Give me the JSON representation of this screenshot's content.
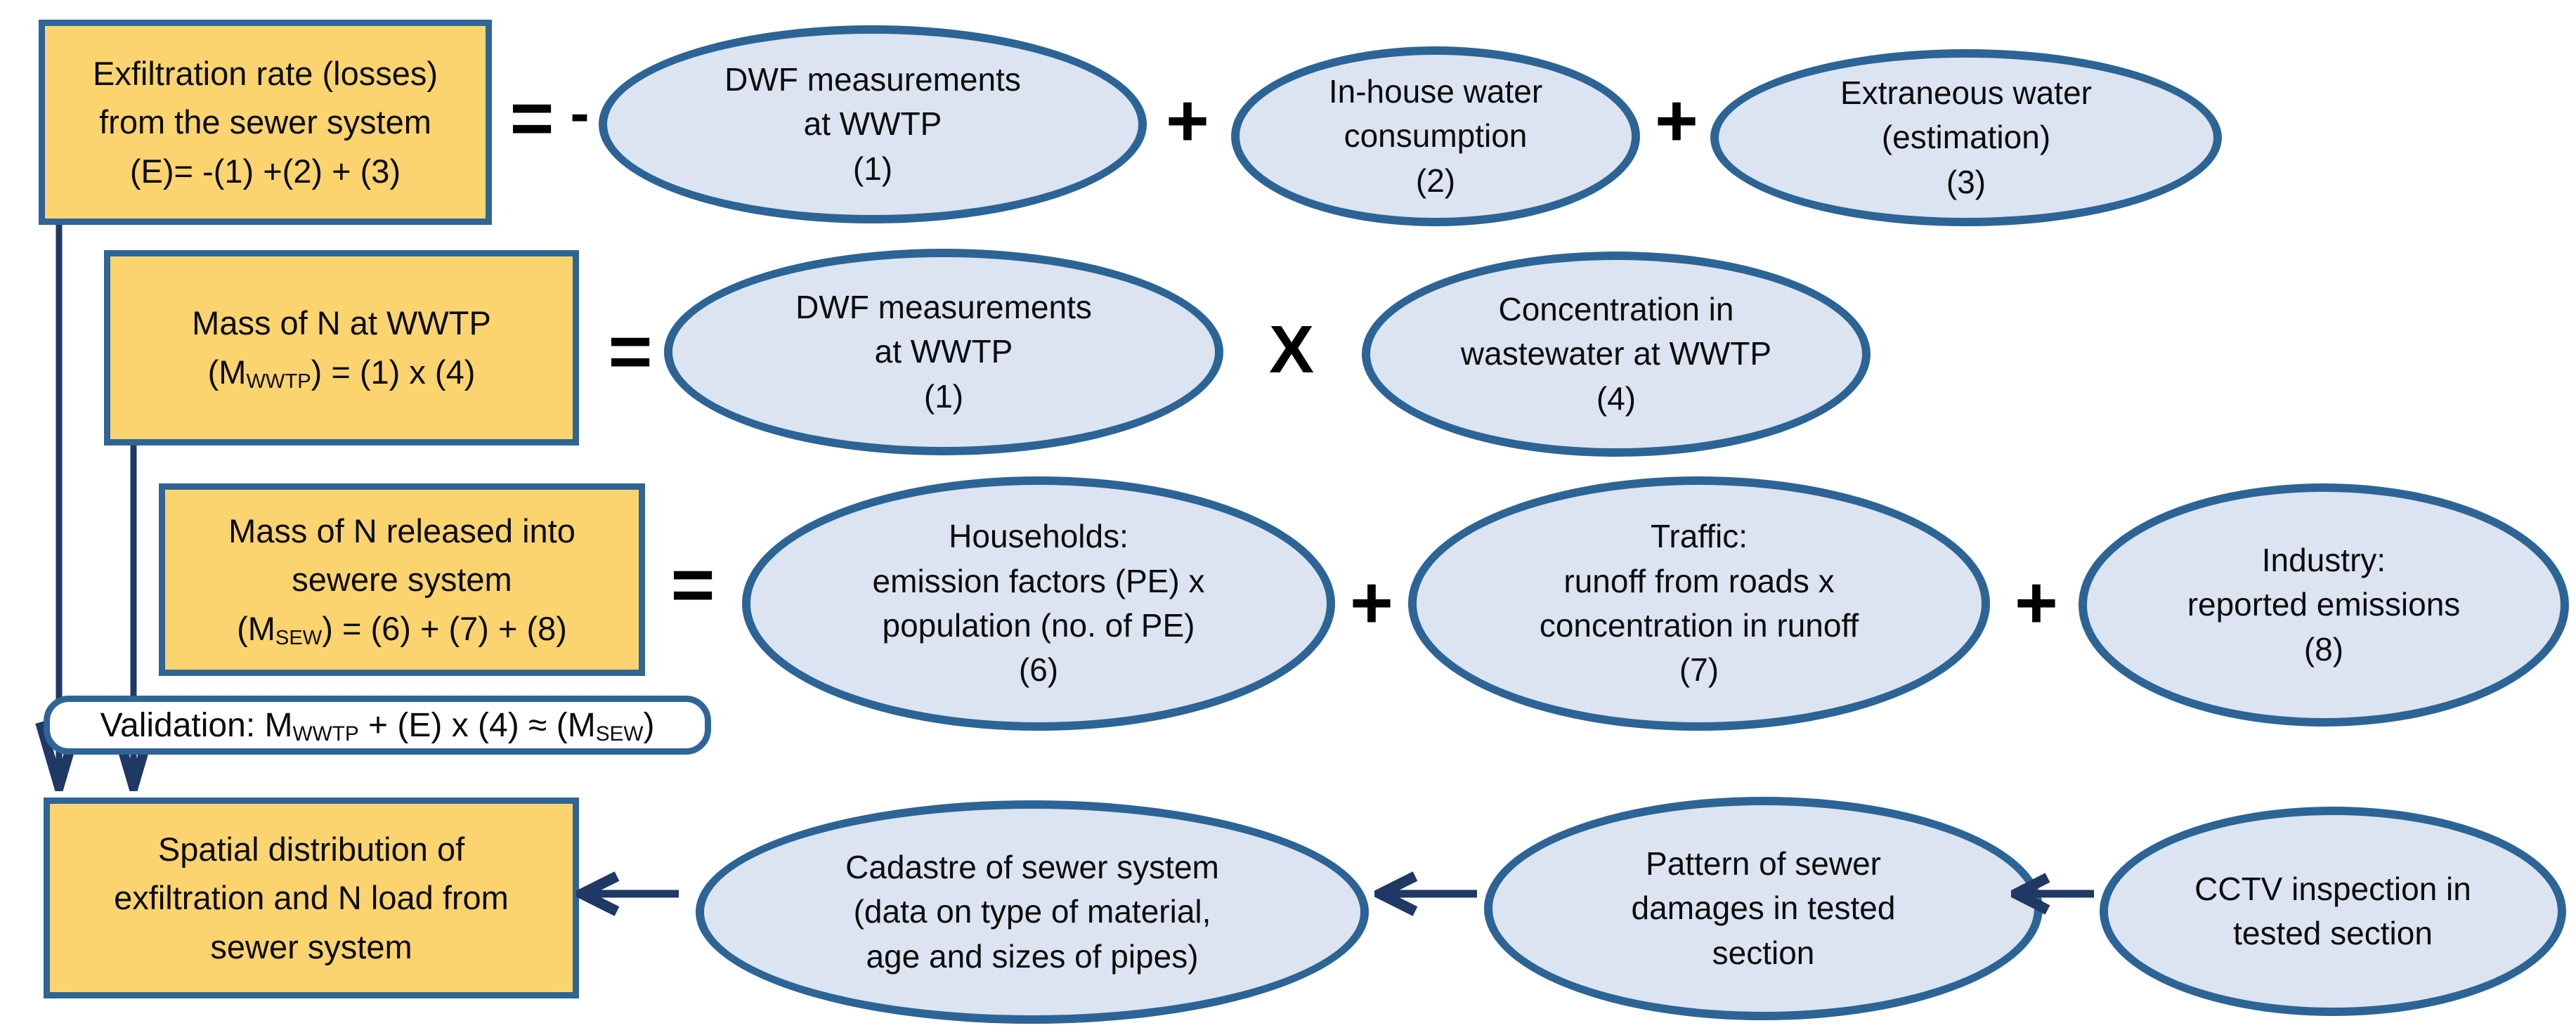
{
  "colors": {
    "background": "#ffffff",
    "box_fill": "#fbd46f",
    "box_border": "#2f6496",
    "ellipse_fill": "#dbe4f0",
    "ellipse_border": "#2c6496",
    "validation_fill": "#ffffff",
    "arrow": "#1f3864",
    "text": "#0c0c0c",
    "operator": "#000000"
  },
  "row1": {
    "box_lines": [
      "Exfiltration rate (losses)",
      "from the sewer system",
      "(E)= -(1) +(2) + (3)"
    ],
    "equals": "=",
    "minus": "-",
    "ellipse1_lines": [
      "DWF measurements",
      "at WWTP",
      "(1)"
    ],
    "plus_a": "+",
    "ellipse2_lines": [
      "In-house water",
      "consumption",
      "(2)"
    ],
    "plus_b": "+",
    "ellipse3_lines": [
      "Extraneous water",
      "(estimation)",
      "(3)"
    ]
  },
  "row2": {
    "box_line1": "Mass of N at WWTP",
    "box_formula_pre": "(M",
    "box_formula_sub": "WWTP",
    "box_formula_post": ") = (1) x (4)",
    "equals": "=",
    "ellipse1_lines": [
      "DWF measurements",
      "at WWTP",
      "(1)"
    ],
    "times": "X",
    "ellipse2_lines": [
      "Concentration in",
      "wastewater at WWTP",
      "(4)"
    ]
  },
  "row3": {
    "box_line1": "Mass of N released into",
    "box_line2": "sewere system",
    "box_formula_pre": "(M",
    "box_formula_sub": "SEW",
    "box_formula_post": ") = (6) + (7) + (8)",
    "equals": "=",
    "ellipse1_lines": [
      "Households:",
      "emission factors (PE) x",
      "population (no. of PE)",
      "(6)"
    ],
    "plus_a": "+",
    "ellipse2_lines": [
      "Traffic:",
      "runoff from roads x",
      "concentration in runoff",
      "(7)"
    ],
    "plus_b": "+",
    "ellipse3_lines": [
      "Industry:",
      "reported emissions",
      "(8)"
    ]
  },
  "validation": {
    "pre": "Validation: M",
    "sub1": "WWTP",
    "mid": " + (E) x (4) ≈ (M",
    "sub2": "SEW",
    "post": ")"
  },
  "row4": {
    "box_lines": [
      "Spatial distribution of",
      "exfiltration and N load from",
      "sewer system"
    ],
    "ellipse1_lines": [
      "Cadastre of sewer system",
      "(data on type of material,",
      "age and sizes of pipes)"
    ],
    "ellipse2_lines": [
      "Pattern of sewer",
      "damages in tested",
      "section"
    ],
    "ellipse3_lines": [
      "CCTV inspection in",
      "tested section"
    ]
  }
}
